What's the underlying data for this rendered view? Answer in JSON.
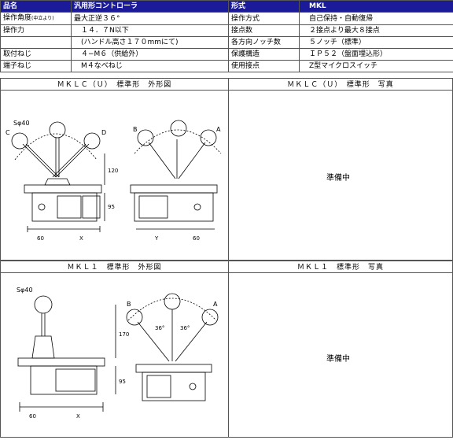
{
  "spec_table": {
    "left_header": {
      "label": "品名",
      "value": "汎用形コントローラ"
    },
    "right_header": {
      "label": "形式",
      "value": "MKL"
    },
    "left_rows": [
      {
        "label": "操作角度",
        "label_note": "(中立より)",
        "value": "最大正逆３６°"
      },
      {
        "label": "操作力",
        "label_note": "",
        "value": "１４．７N以下"
      },
      {
        "label": "",
        "label_note": "",
        "value": "(ハンドル高さ１７０mmにて)"
      },
      {
        "label": "取付ねじ",
        "label_note": "",
        "value": "４−M６（供給外）"
      },
      {
        "label": "端子ねじ",
        "label_note": "",
        "value": "M４なべねじ"
      }
    ],
    "right_rows": [
      {
        "label": "操作方式",
        "value": "自己保持・自動復帰"
      },
      {
        "label": "接点数",
        "value": "２接点より最大８接点"
      },
      {
        "label": "各方向ノッチ数",
        "value": "５ノッチ（標準）"
      },
      {
        "label": "保護構造",
        "value": "ＩＰ５２（盤面埋込形）"
      },
      {
        "label": "使用接点",
        "value": "Z型マイクロスイッチ"
      }
    ]
  },
  "sections": {
    "mklc_drawing_title": "ＭＫＬＣ（Ｕ）　標準形　外形図",
    "mklc_photo_title": "ＭＫＬＣ（Ｕ）　標準形　写真",
    "mkl1_drawing_title": "ＭＫＬ１　標準形　外形図",
    "mkl1_photo_title": "ＭＫＬ１　標準形　写真",
    "mklc_photo_placeholder": "準備中",
    "mkl1_photo_placeholder": "準備中"
  },
  "drawing_labels": {
    "mklc": {
      "ball": "Sφ40",
      "c": "C",
      "d": "D",
      "b": "B",
      "a": "A",
      "h120": "120",
      "h95": "95",
      "w60": "60",
      "x": "X",
      "y": "Y",
      "w60b": "60"
    },
    "mkl1": {
      "ball": "Sφ40",
      "b": "B",
      "a": "A",
      "h170": "170",
      "h95": "95",
      "w60": "60",
      "x": "X",
      "ang1": "36°",
      "ang2": "36°"
    }
  }
}
